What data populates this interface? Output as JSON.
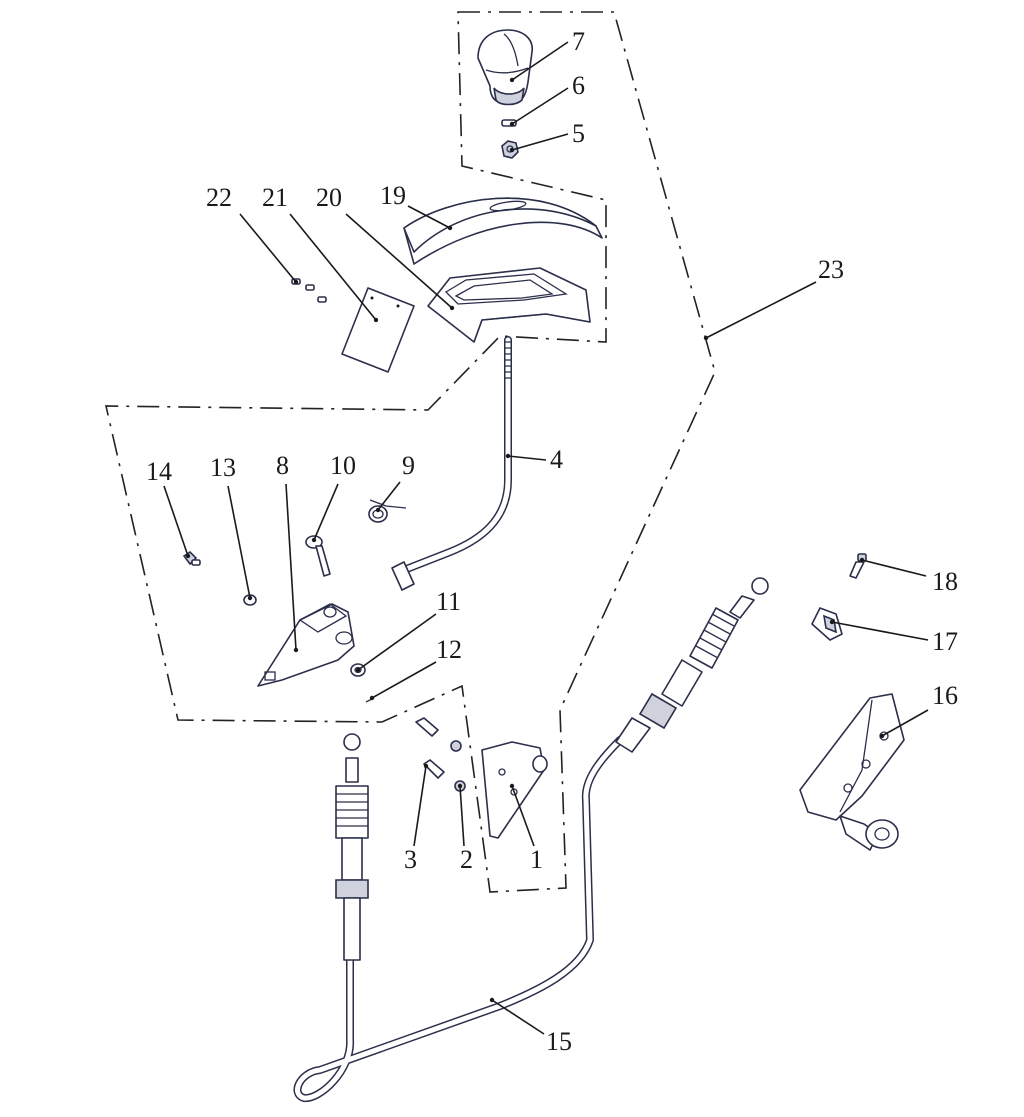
{
  "callouts": [
    {
      "id": "p1",
      "label": "1"
    },
    {
      "id": "p2",
      "label": "2"
    },
    {
      "id": "p3",
      "label": "3"
    },
    {
      "id": "p4",
      "label": "4"
    },
    {
      "id": "p5",
      "label": "5"
    },
    {
      "id": "p6",
      "label": "6"
    },
    {
      "id": "p7",
      "label": "7"
    },
    {
      "id": "p8",
      "label": "8"
    },
    {
      "id": "p9",
      "label": "9"
    },
    {
      "id": "p10",
      "label": "10"
    },
    {
      "id": "p11",
      "label": "11"
    },
    {
      "id": "p12",
      "label": "12"
    },
    {
      "id": "p13",
      "label": "13"
    },
    {
      "id": "p14",
      "label": "14"
    },
    {
      "id": "p15",
      "label": "15"
    },
    {
      "id": "p16",
      "label": "16"
    },
    {
      "id": "p17",
      "label": "17"
    },
    {
      "id": "p18",
      "label": "18"
    },
    {
      "id": "p19",
      "label": "19"
    },
    {
      "id": "p20",
      "label": "20"
    },
    {
      "id": "p21",
      "label": "21"
    },
    {
      "id": "p22",
      "label": "22"
    },
    {
      "id": "p23",
      "label": "23"
    }
  ]
}
